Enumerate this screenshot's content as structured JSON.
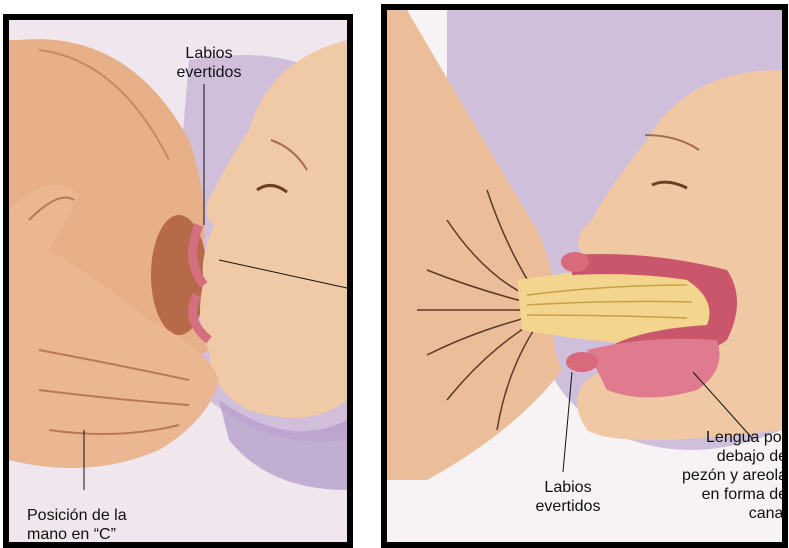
{
  "left_panel": {
    "label_lips": "Labios\nevertidos",
    "label_hand": "Posición de la\nmano en “C”"
  },
  "right_panel": {
    "label_lips": "Labios\nevertidos",
    "label_tongue": "Lengua por\ndebajo de\npezón y areola\nen forma de\ncanal"
  }
}
